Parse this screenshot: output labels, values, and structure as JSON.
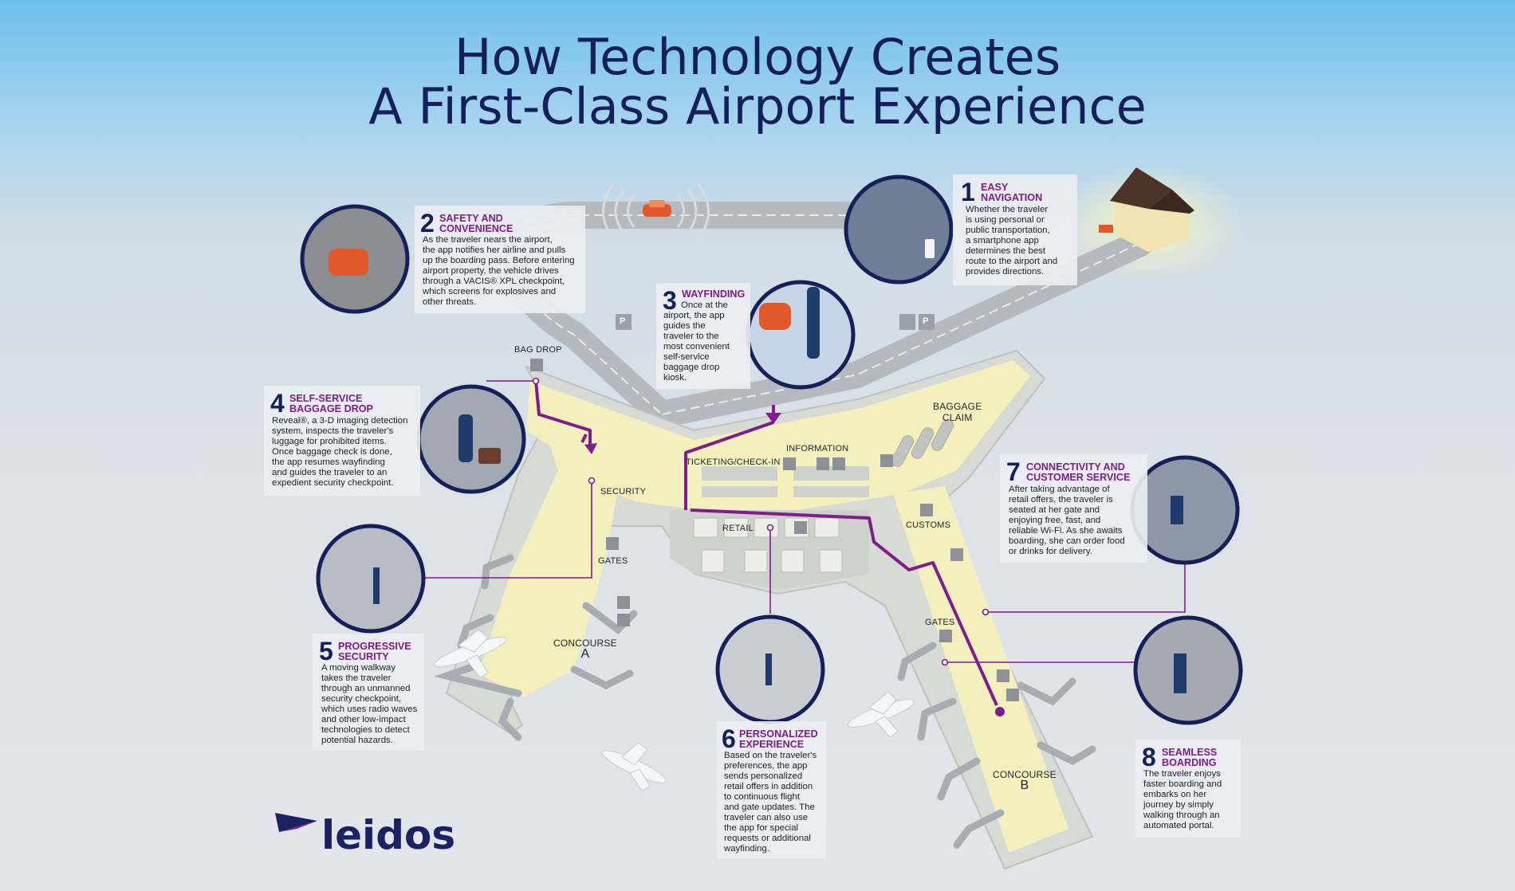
{
  "title": {
    "line1": "How Technology Creates",
    "line2": "A First-Class Airport Experience"
  },
  "colors": {
    "navy": "#15205a",
    "purple": "#7d1e8a",
    "floor": "#f3f0be",
    "walls": "#d9dbd6",
    "road": "#b4b7bd"
  },
  "steps": [
    {
      "num": "1",
      "title_line1": "EASY",
      "title_line2": "NAVIGATION",
      "lines": [
        "Whether the traveler",
        "is using personal or",
        "public transportation,",
        "a smartphone app",
        "determines the best",
        "route to the airport and",
        "provides directions."
      ]
    },
    {
      "num": "2",
      "title_line1": "SAFETY AND",
      "title_line2": "CONVENIENCE",
      "lines": [
        "As the traveler nears the airport,",
        "the app notifies her airline and pulls",
        "up the boarding pass. Before entering",
        "airport property, the vehicle drives",
        "through a VACIS® XPL checkpoint,",
        "which screens for explosives and",
        "other threats."
      ]
    },
    {
      "num": "3",
      "title_line1": "WAYFINDING",
      "title_line2": "",
      "lines": [
        "Once at the",
        "airport, the app",
        "guides the",
        "traveler to the",
        "most convenient",
        "self-service",
        "baggage drop",
        "kiosk."
      ]
    },
    {
      "num": "4",
      "title_line1": "SELF-SERVICE",
      "title_line2": "BAGGAGE DROP",
      "lines": [
        "Reveal®, a 3-D imaging detection",
        "system, inspects the traveler's",
        "luggage for prohibited items.",
        "Once baggage check is done,",
        "the app resumes wayfinding",
        "and guides the traveler to an",
        "expedient security checkpoint."
      ]
    },
    {
      "num": "5",
      "title_line1": "PROGRESSIVE",
      "title_line2": "SECURITY",
      "lines": [
        "A moving walkway",
        "takes the traveler",
        "through an unmanned",
        "security checkpoint,",
        "which uses radio waves",
        "and other low-impact",
        "technologies to detect",
        "potential hazards."
      ]
    },
    {
      "num": "6",
      "title_line1": "PERSONALIZED",
      "title_line2": "EXPERIENCE",
      "lines": [
        "Based on the traveler's",
        "preferences, the app",
        "sends personalized",
        "retail offers in addition",
        "to continuous flight",
        "and gate updates. The",
        "traveler can also use",
        "the app for special",
        "requests or additional",
        "wayfinding."
      ]
    },
    {
      "num": "7",
      "title_line1": "CONNECTIVITY AND",
      "title_line2": "CUSTOMER SERVICE",
      "lines": [
        "After taking advantage of",
        "retail offers, the traveler is",
        "seated at her gate and",
        "enjoying free, fast, and",
        "reliable Wi-Fi. As she awaits",
        "boarding, she can order food",
        "or drinks for delivery."
      ]
    },
    {
      "num": "8",
      "title_line1": "SEAMLESS",
      "title_line2": "BOARDING",
      "lines": [
        "The traveler enjoys",
        "faster boarding and",
        "embarks on her",
        "journey by simply",
        "walking through an",
        "automated portal."
      ]
    }
  ],
  "map_labels": {
    "bag_drop": "BAG DROP",
    "ticketing": "TICKETING/CHECK-IN",
    "information": "INFORMATION",
    "baggage_claim_1": "BAGGAGE",
    "baggage_claim_2": "CLAIM",
    "security": "SECURITY",
    "retail": "RETAIL",
    "customs": "CUSTOMS",
    "gates_a": "GATES",
    "gates_b": "GATES",
    "concourse_a_1": "CONCOURSE",
    "concourse_a_2": "A",
    "concourse_b_1": "CONCOURSE",
    "concourse_b_2": "B",
    "parking": "P"
  },
  "logo": {
    "text": "leidos"
  }
}
